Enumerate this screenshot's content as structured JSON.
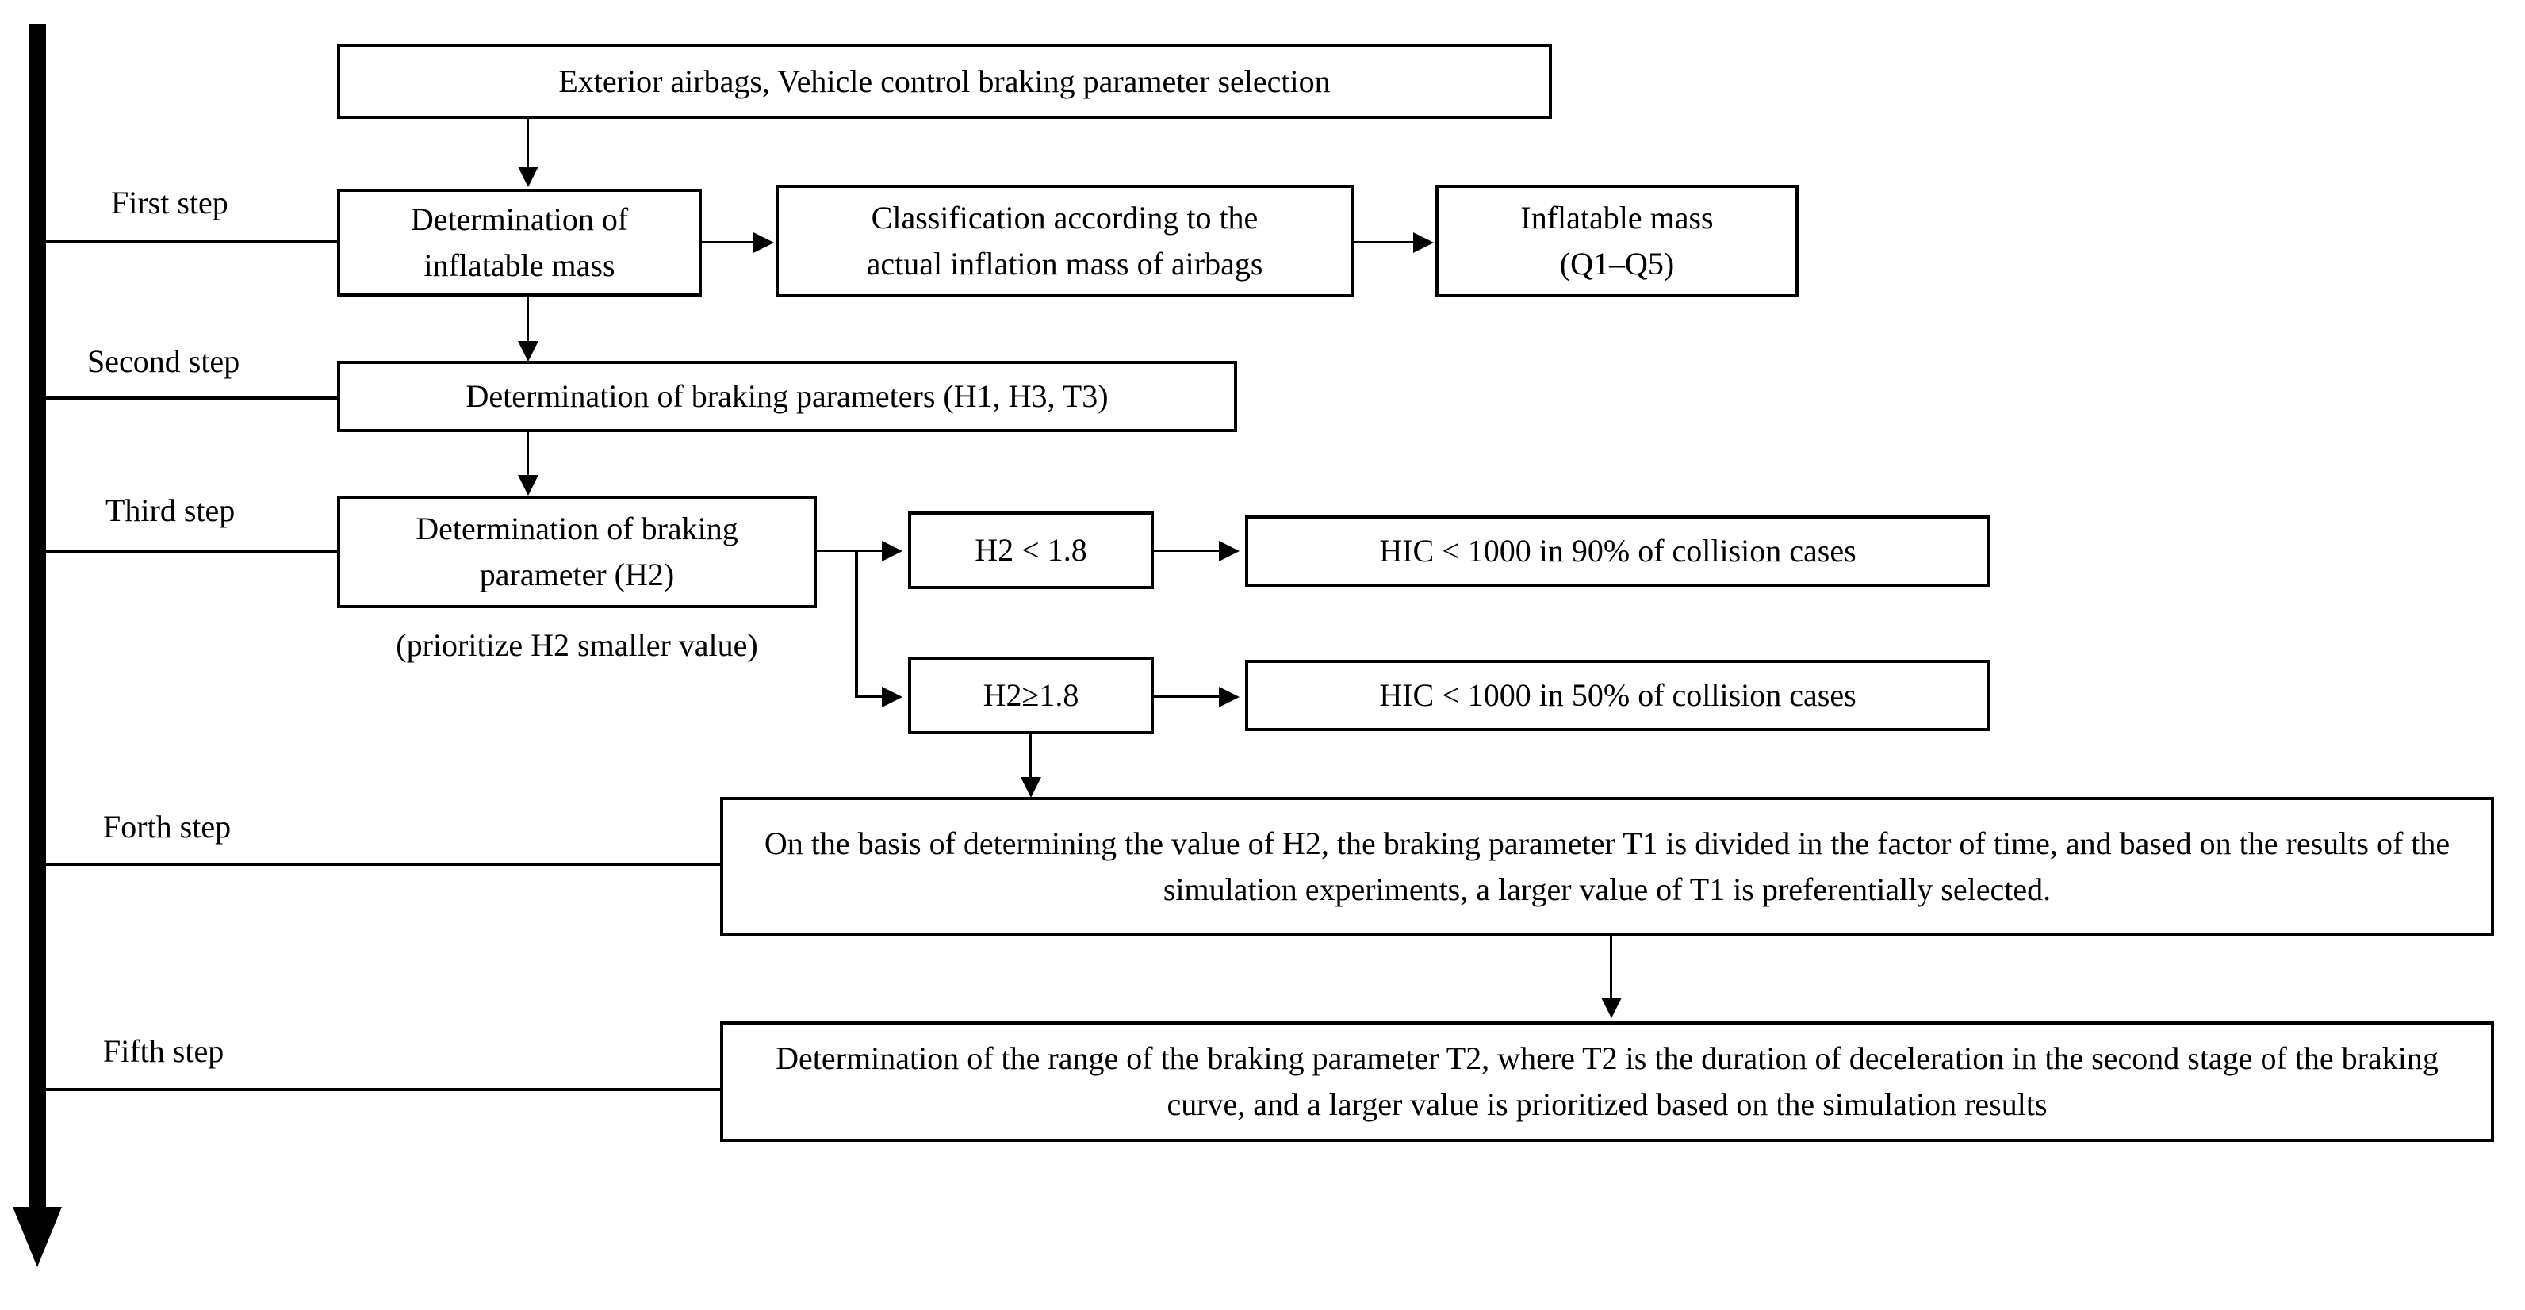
{
  "diagram": {
    "title_box": "Exterior airbags, Vehicle control braking parameter selection",
    "steps": [
      {
        "label": "First step"
      },
      {
        "label": "Second step"
      },
      {
        "label": "Third step"
      },
      {
        "label": "Forth step"
      },
      {
        "label": "Fifth step"
      }
    ],
    "nodes": {
      "inflatable_mass": "Determination of\ninflatable mass",
      "classification": "Classification according to the\nactual inflation mass of airbags",
      "inflatable_mass_q": "Inflatable mass\n(Q1–Q5)",
      "braking_params": "Determination of braking parameters (H1, H3, T3)",
      "braking_param_h2": "Determination of braking\nparameter (H2)",
      "h2_note": "(prioritize H2 smaller value)",
      "cond_h2_lt": "H2 < 1.8",
      "cond_h2_ge": "H2≥1.8",
      "hic_90": "HIC < 1000 in 90% of collision cases",
      "hic_50": "HIC < 1000 in 50% of collision cases",
      "forth_step_text": "On the basis of determining the value of H2, the braking parameter T1 is divided in the factor of time, and based on the results of the simulation experiments, a larger value of T1 is preferentially selected.",
      "fifth_step_text": "Determination of the range of the braking parameter T2, where T2 is the duration of deceleration in the second stage of the braking curve, and a larger value is prioritized based on the simulation results"
    },
    "colors": {
      "stroke": "#000000",
      "fill": "#ffffff"
    }
  }
}
